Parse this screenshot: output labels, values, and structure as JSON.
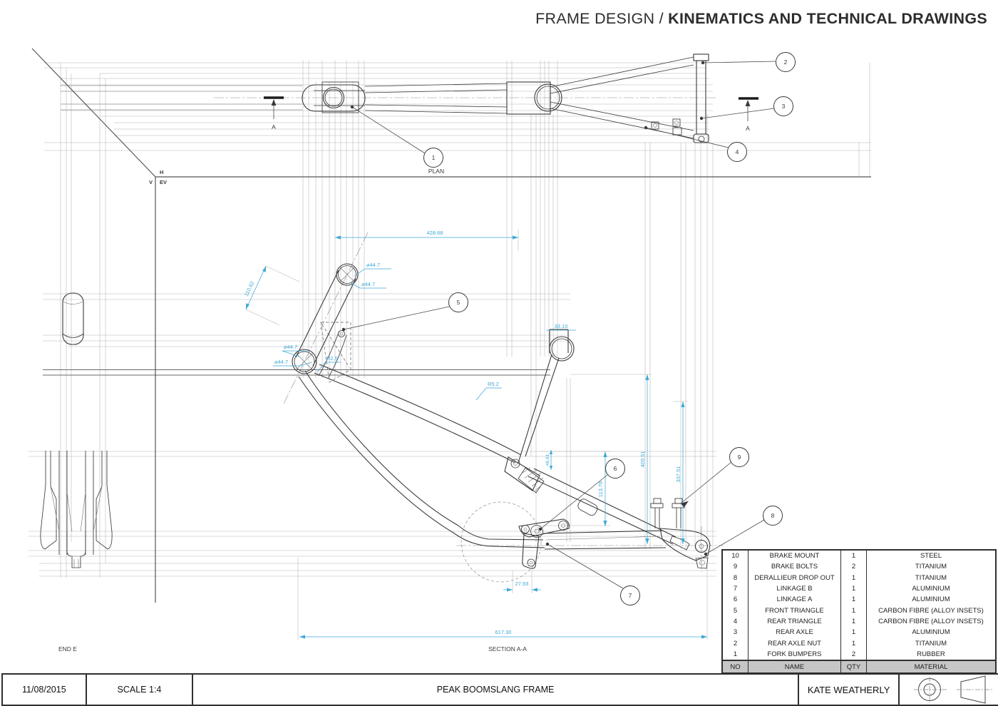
{
  "title": {
    "prefix": "FRAME DESIGN / ",
    "bold": "KINEMATICS AND TECHNICAL DRAWINGS"
  },
  "colors": {
    "dimension": "#3fa9d6",
    "line": "#3a3a3a",
    "construction": "#b5b5b5",
    "header_bg": "#c6c6c6"
  },
  "drawing": {
    "labels": {
      "plan": "PLAN",
      "section": "SECTION A-A",
      "end_view": "END E",
      "h": "H",
      "v": "V",
      "ev": "EV",
      "section_marker": "A"
    },
    "dimensions": {
      "width_top": "428.68",
      "head_axis": "110.62",
      "dia_head_1": "⌀44.7",
      "dia_head_2": "⌀44.7",
      "dia_head_3": "⌀44.7",
      "dia_head_4": "⌀44.7",
      "fillet_small": "R2.5",
      "fillet_large": "R5.2",
      "seat_offset": "33.10",
      "height_axle": "409.51",
      "height_mid": "337.51",
      "linkage_height": "113.76",
      "rocker_height": "46.61",
      "drop_width": "27.93",
      "length_total": "617.30"
    },
    "callouts": {
      "c1": "1",
      "c2": "2",
      "c3": "3",
      "c4": "4",
      "c5": "5",
      "c6": "6",
      "c7": "7",
      "c8": "8",
      "c9": "9"
    }
  },
  "bom": {
    "columns": {
      "no": "NO",
      "name": "NAME",
      "qty": "QTY",
      "material": "MATERIAL"
    },
    "rows": [
      {
        "no": "10",
        "name": "BRAKE MOUNT",
        "qty": "1",
        "material": "STEEL"
      },
      {
        "no": "9",
        "name": "BRAKE BOLTS",
        "qty": "2",
        "material": "TITANIUM"
      },
      {
        "no": "8",
        "name": "DERALLIEUR DROP OUT",
        "qty": "1",
        "material": "TITANIUM"
      },
      {
        "no": "7",
        "name": "LINKAGE B",
        "qty": "1",
        "material": "ALUMINIUM"
      },
      {
        "no": "6",
        "name": "LINKAGE A",
        "qty": "1",
        "material": "ALUMINIUM"
      },
      {
        "no": "5",
        "name": "FRONT TRIANGLE",
        "qty": "1",
        "material": "CARBON FIBRE (ALLOY INSETS)"
      },
      {
        "no": "4",
        "name": "REAR TRIANGLE",
        "qty": "1",
        "material": "CARBON FIBRE (ALLOY INSETS)"
      },
      {
        "no": "3",
        "name": "REAR AXLE",
        "qty": "1",
        "material": "ALUMINIUM"
      },
      {
        "no": "2",
        "name": "REAR AXLE NUT",
        "qty": "1",
        "material": "TITANIUM"
      },
      {
        "no": "1",
        "name": "FORK BUMPERS",
        "qty": "2",
        "material": "RUBBER"
      }
    ]
  },
  "title_block": {
    "date": "11/08/2015",
    "scale": "SCALE 1:4",
    "drawing_name": "PEAK BOOMSLANG FRAME",
    "author": "KATE WEATHERLY"
  }
}
